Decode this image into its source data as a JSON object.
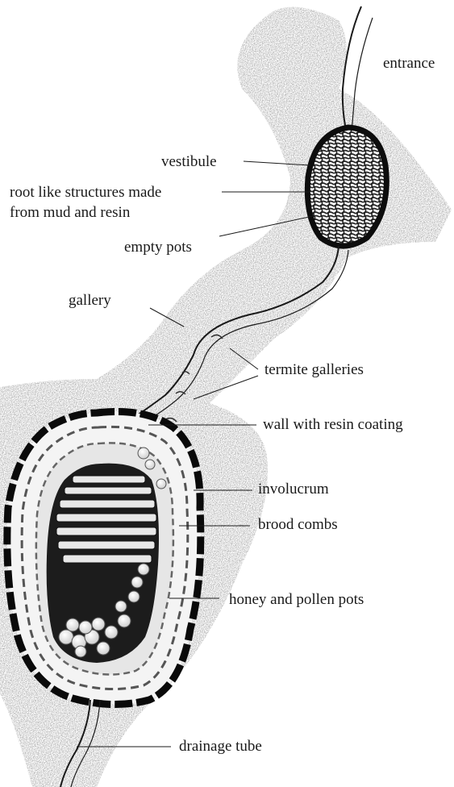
{
  "diagram": {
    "labels": {
      "entrance": "entrance",
      "vestibule": "vestibule",
      "root_structures_line1": "root like structures made",
      "root_structures_line2": "from mud and resin",
      "empty_pots": "empty pots",
      "gallery": "gallery",
      "termite_galleries": "termite galleries",
      "wall_resin": "wall with resin coating",
      "involucrum": "involucrum",
      "brood_combs": "brood combs",
      "honey_pollen_pots": "honey and pollen pots",
      "drainage_tube": "drainage tube"
    },
    "colors": {
      "ink": "#1a1a1a",
      "stipple": "#8a8a8a",
      "wall": "#111111",
      "paper": "#ffffff"
    }
  }
}
